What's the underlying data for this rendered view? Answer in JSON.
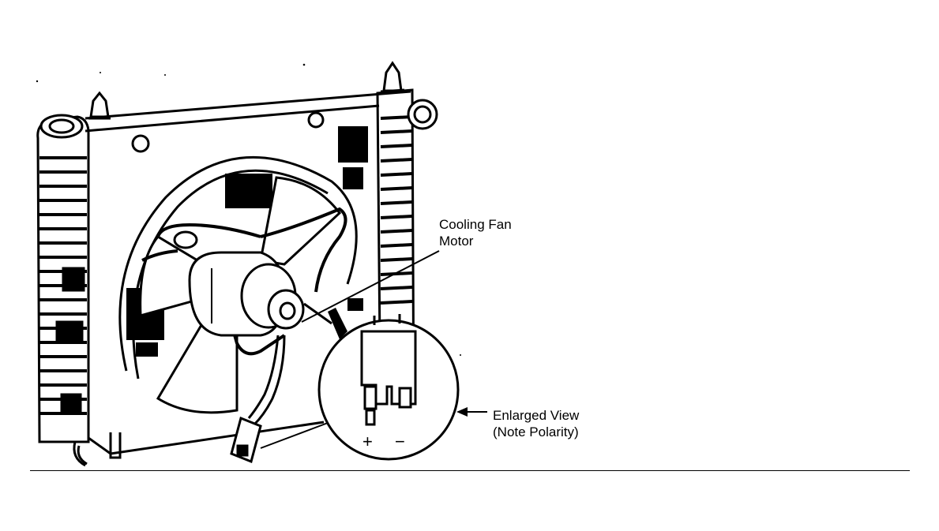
{
  "labels": {
    "motor_line1": "Cooling Fan",
    "motor_line2": "Motor",
    "enlarged_line1": "Enlarged View",
    "enlarged_line2": "(Note Polarity)",
    "positive": "+",
    "negative": "−"
  },
  "colors": {
    "ink": "#000000",
    "paper": "#ffffff"
  }
}
